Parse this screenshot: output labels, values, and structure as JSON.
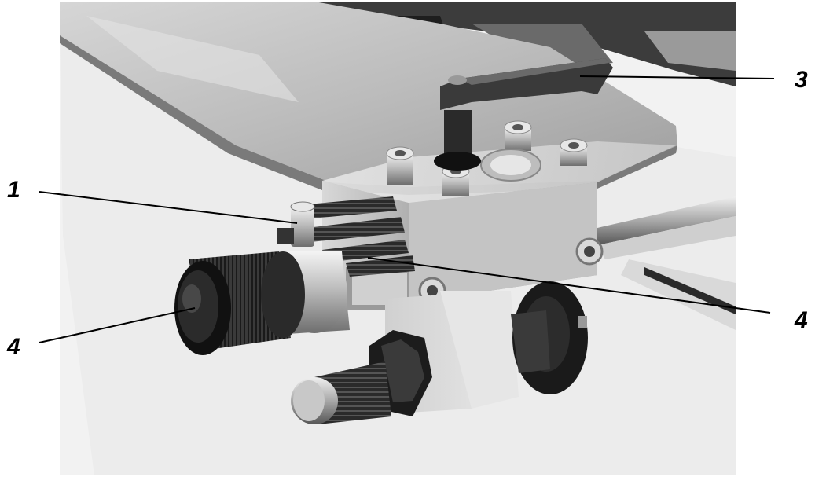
{
  "callouts": [
    {
      "id": "1",
      "label": "1"
    },
    {
      "id": "3",
      "label": "3"
    },
    {
      "id": "4a",
      "label": "4"
    },
    {
      "id": "4b",
      "label": "4"
    }
  ]
}
